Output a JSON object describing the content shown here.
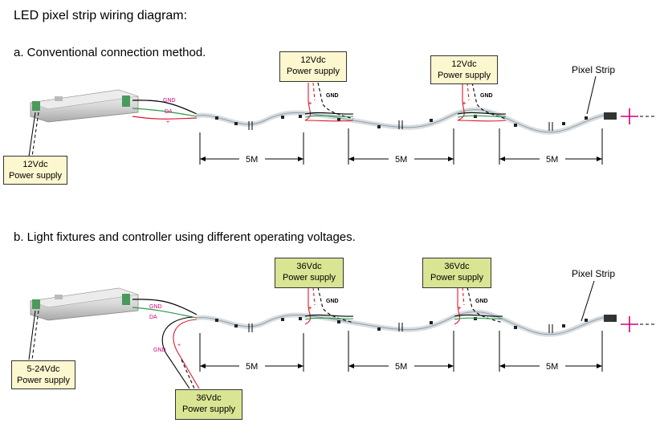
{
  "title": "LED pixel strip wiring diagram:",
  "section_a": {
    "heading": "a.  Conventional connection method.",
    "controller_supply": [
      "12Vdc",
      "Power supply"
    ],
    "inline_supplies": [
      [
        "12Vdc",
        "Power supply"
      ],
      [
        "12Vdc",
        "Power supply"
      ]
    ],
    "wire_labels": [
      "GND",
      "DA",
      "+"
    ],
    "inline_labels": [
      "GND",
      "+"
    ],
    "segment_lengths": [
      "5M",
      "5M",
      "5M"
    ],
    "strip_label": "Pixel Strip"
  },
  "section_b": {
    "heading": "b.  Light fixtures and controller using different operating voltages.",
    "controller_supply": [
      "5-24Vdc",
      "Power supply"
    ],
    "inline_supplies": [
      [
        "36Vdc",
        "Power supply"
      ],
      [
        "36Vdc",
        "Power supply"
      ]
    ],
    "bottom_supply": [
      "36Vdc",
      "Power supply"
    ],
    "wire_labels": [
      "GND",
      "DA"
    ],
    "bottom_wire_labels": [
      "GND",
      "+"
    ],
    "inline_labels": [
      "GND",
      "+"
    ],
    "segment_lengths": [
      "5M",
      "5M",
      "5M"
    ],
    "strip_label": "Pixel Strip"
  },
  "colors": {
    "red_wire": "#e0182b",
    "green_wire": "#2a9a4a",
    "magenta": "#d4007a",
    "yellow_box": "#fdf7cf",
    "green_box": "#d9e593"
  }
}
